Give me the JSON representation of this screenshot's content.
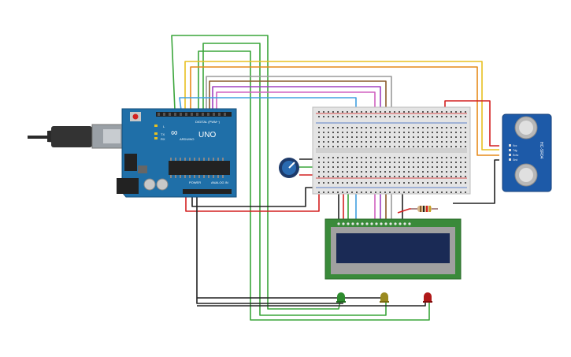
{
  "arduino": {
    "logo_text": "UNO",
    "brand_text": "ARDUINO",
    "digital_label": "DIGITAL (PWM~)",
    "power_label": "POWER",
    "analog_label": "ANALOG IN",
    "tx_label": "TX",
    "rx_label": "RX",
    "l_label": "L",
    "board_color": "#1f6fa8",
    "usb_color": "#9aa0a6"
  },
  "sensor": {
    "pins": [
      "Vcc",
      "Trig",
      "Echo",
      "Gnd"
    ],
    "model_text": "HC-SR04",
    "color": "#1d5aa8"
  },
  "lcd": {
    "screen_color": "#1a2a55",
    "body_color": "#3a8a3a"
  },
  "leds": [
    {
      "name": "green-led",
      "color": "#2e8b2e"
    },
    {
      "name": "yellow-led",
      "color": "#9a8a20"
    },
    {
      "name": "red-led",
      "color": "#b01818"
    }
  ],
  "wire_colors": {
    "red": "#d42020",
    "black": "#222222",
    "green": "#3aa53a",
    "orange": "#e68a1a",
    "yellow": "#e8c020",
    "gray": "#9a9a9a",
    "purple": "#a040c0",
    "pink": "#d060c0",
    "brown": "#8a5a2a",
    "blue": "#40a0e0"
  }
}
